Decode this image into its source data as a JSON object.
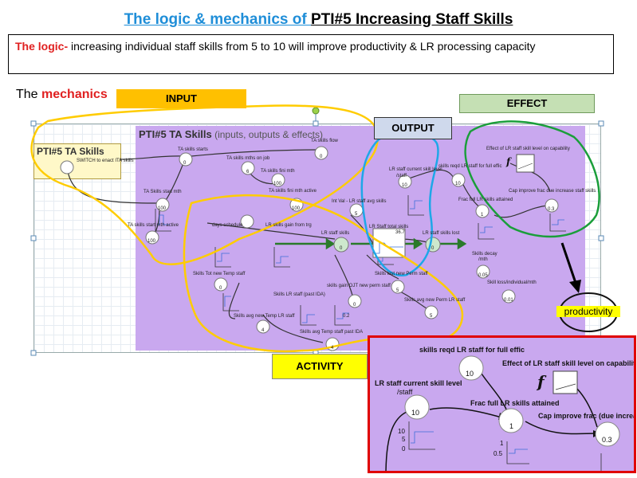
{
  "title": {
    "part1": "The logic & mechanics of ",
    "part2": "PTI#5 Increasing Staff Skills"
  },
  "logic": {
    "keyword": "The logic-",
    "text": " increasing individual  staff skills from 5 to 10 will improve productivity & LR  processing capacity"
  },
  "mechanics": {
    "prefix": "The ",
    "keyword": "mechanics"
  },
  "tags": {
    "input": "INPUT",
    "effect": "EFFECT",
    "output": "OUTPUT",
    "activity": "ACTIVITY",
    "productivity": "productivity"
  },
  "module": {
    "title": "PTI#5 TA Skills",
    "subtitle": " (inputs, outputs & effects)"
  },
  "ta_box": {
    "title": "PTI#5 TA Skills",
    "switch": "SWITCH to enact ITA skills"
  },
  "labels": {
    "ta_skills_starts": "TA skills starts",
    "ta_skills_mths_on_job": "TA skills mths on job",
    "ta_skills_flow": "TA skills flow",
    "ta_skills_fini_mth": "TA skills fini mth",
    "ta_skills_start_mth": "TA Skills start mth",
    "ta_skills_fini_mth_active": "TA skills fini mth active",
    "ta_skills_start_mth_active": "TA skills start mth active",
    "int_val": "Int Val - LR staff avg skills",
    "lr_staff_current_skill_level": "LR staff current skill level",
    "lr_staff_current_skill_level_unit": "/staff",
    "skills_reqd": "skills reqd LR staff for full effic",
    "effect_lr": "Effect of LR staff skill level on capability",
    "frac_full": "Frac full LR skills attained",
    "cap_improve": "Cap improve frac due increase staff skills",
    "lr_staff_total_skills": "LR Staff total skills",
    "lr_staff_skills_lost": "LR staff skills lost",
    "lr_staff_skills": "LR staff skills",
    "days_schedule": "days schedule",
    "lr_skills_gain_from_trg": "LR skills gain from trg",
    "skills_lost_new_perm": "Skills lost new Perm staff",
    "skills_gain_ojt": "skills gain OJT new perm staff",
    "skills_decay": "Skills decay",
    "skills_decay_unit": "/mth",
    "skill_loss": "Skill loss/individual/mth",
    "skills_tot_new_temp": "Skills Tot new Temp staff",
    "skills_avg_new_temp": "Skills avg new Temp LR staff",
    "skills_lr_staff_past_ida": "Skills LR staff (past IDA)",
    "skills_avg_new_perm": "Skills avg new Perm LR staff",
    "skills_avg_temp_staff_past_ida": "Skills avg Temp staff past IDA"
  },
  "values": {
    "ta_skills_starts": "0",
    "ta_skills_mths_on_job": "6",
    "ta_skills_flow": "0",
    "ta_skills_fini_mth": "100",
    "ta_skills_start_mth": "100",
    "ta_skills_fini_mth_active": "100",
    "ta_skills_start_mth_active": "100",
    "int_val": "5",
    "lr_staff_current_skill_level": "10",
    "skills_reqd": "10",
    "frac_full": "1",
    "cap_improve": "0.3",
    "lr_staff_total_skills": "36.7",
    "lr_staff_skills": "0",
    "lr_staff_skills_lost": "0",
    "skills_lost_new_perm": "5",
    "skills_decay": "0.05",
    "skill_loss": "0.01",
    "skills_tot_new_temp": "0",
    "skills_avg_new_temp": "4",
    "skills_lr_staff_past_ida": "0",
    "skills_avg_new_perm": "5",
    "skills_avg_temp_staff_past_ida": "4",
    "skills_gain_ojt": "0.2"
  },
  "zoom": {
    "skills_reqd": "skills reqd LR staff for full effic",
    "skills_reqd_val": "10",
    "effect": "Effect of LR staff skill level on capability",
    "current": "LR staff current skill level",
    "current_unit": "/staff",
    "current_val": "10",
    "frac": "Frac full LR skills attained",
    "frac_val": "1",
    "cap": "Cap improve frac (due increase",
    "cap_val": "0.3",
    "axis_10": "10",
    "axis_5": "5",
    "axis_0": "0",
    "axis_1": "1",
    "axis_05": "0.5"
  },
  "colors": {
    "input_tag": "#ffc000",
    "effect_tag": "#c5e0b4",
    "output_tag": "#cfd9ec",
    "activity_tag": "#ffff00",
    "module": "#c9a8ef",
    "zoom_border": "#e00000",
    "loop_yellow": "#ffcc00",
    "loop_blue": "#1ea7e8",
    "loop_green": "#1a9e3a"
  }
}
